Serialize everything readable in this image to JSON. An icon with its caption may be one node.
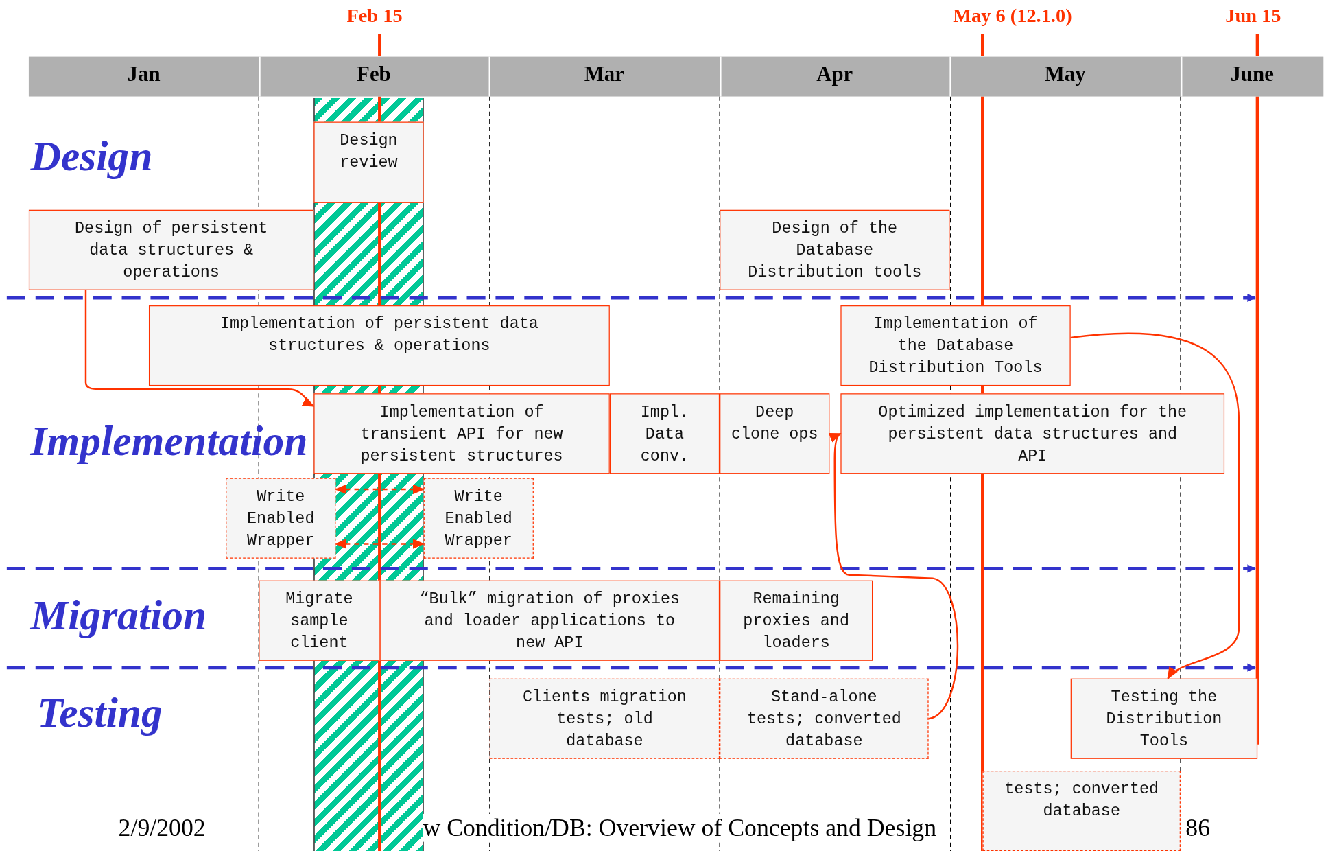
{
  "diagram": {
    "nodes": [
      {
        "text": [
          "Design review"
        ]
      },
      {
        "text": [
          "Design of persistent data structures & operations"
        ]
      },
      {
        "text": [
          "Design of the Database Distribution tools"
        ]
      },
      {
        "text": [
          "Implementation of persistent data structures & operations"
        ]
      },
      {
        "text": [
          "Implementation of the Database Distribution Tools"
        ]
      },
      {
        "text": [
          "Implementation of transient API for new persistent structures"
        ]
      },
      {
        "text": [
          "Impl. Data conv."
        ]
      },
      {
        "text": [
          "Deep clone ops"
        ]
      },
      {
        "text": [
          "Optimized implementation for the persistent data structures and API"
        ]
      },
      {
        "text": [
          "Write Enabled Wrapper"
        ]
      },
      {
        "text": [
          "Write Enabled Wrapper"
        ]
      },
      {
        "text": [
          "Migrate sample client"
        ]
      },
      {
        "text": [
          "“Bulk” migration of proxies and loader applications to new API"
        ]
      },
      {
        "text": [
          "Remaining proxies and loaders"
        ]
      },
      {
        "text": [
          "Clients migration tests; old database"
        ]
      },
      {
        "text": [
          "Stand-alone tests; converted database"
        ]
      },
      {
        "text": [
          "Testing the Distribution Tools"
        ]
      },
      {
        "text": [
          "tests; converted database"
        ]
      }
    ],
    "edges": [
      {
        "from": 1,
        "to": 5,
        "arrow": "to"
      },
      {
        "from": 9,
        "to": 10,
        "arrow": "both",
        "style": "dashed"
      },
      {
        "from": 9,
        "to": 10,
        "arrow": "both",
        "style": "dashed"
      },
      {
        "from": 15,
        "to": 8,
        "arrow": "to"
      },
      {
        "from": 4,
        "to": 16,
        "arrow": "to"
      }
    ],
    "labels": [
      "Feb 15",
      "May 6 (12.1.0)",
      "Jun 15",
      "Jan",
      "Feb",
      "Mar",
      "Apr",
      "May",
      "June",
      "Design",
      "Implementation",
      "Migration",
      "Testing",
      "2/9/2002",
      "w Condition/DB: Overview of Concepts and Design",
      "86"
    ]
  }
}
